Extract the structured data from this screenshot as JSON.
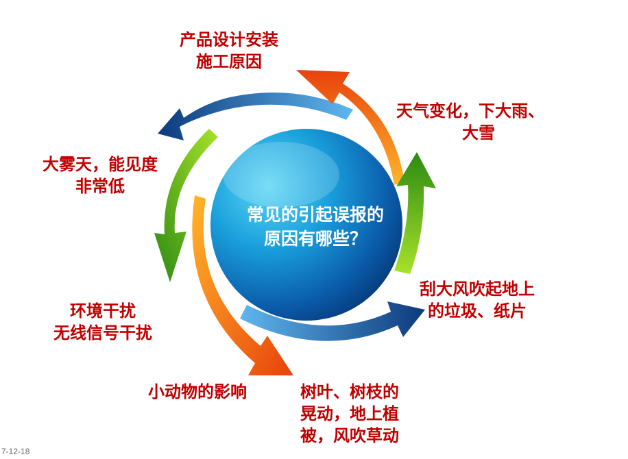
{
  "center": {
    "line1": "常见的引起误报的",
    "line2": "原因有哪些？"
  },
  "causes": [
    {
      "line1": "产品设计安装",
      "line2": "施工原因"
    },
    {
      "line1": "天气变化，下大雨、",
      "line2": "大雪"
    },
    {
      "line1": "刮大风吹起地上",
      "line2": "的垃圾、纸片"
    },
    {
      "line1": "树叶、树枝的",
      "line2": "晃动，地上植",
      "line3": "被，风吹草动"
    },
    {
      "line1": "小动物的影响"
    },
    {
      "line1": "环境干扰",
      "line2": "无线信号干扰"
    },
    {
      "line1": "大雾天，能见度",
      "line2": "非常低"
    }
  ],
  "footer": {
    "date": "7-12-18"
  },
  "colors": {
    "orange": "#ff9a1a",
    "orange_dark": "#e84a0c",
    "green": "#8ed21e",
    "green_dark": "#2e8a12",
    "blue": "#1f6cc0",
    "blue_dark": "#0d3a7c",
    "text_red": "#c00000"
  }
}
